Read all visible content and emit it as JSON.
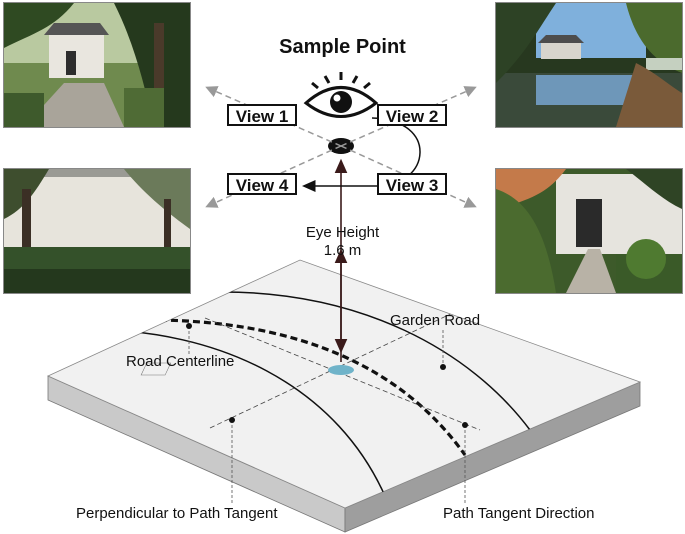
{
  "title": "Sample Point",
  "views": {
    "view1": "View 1",
    "view2": "View 2",
    "view3": "View 3",
    "view4": "View 4"
  },
  "labels": {
    "eye_height_line1": "Eye Height",
    "eye_height_line2": "1.6 m",
    "garden_road": "Garden Road",
    "road_centerline": "Road Centerline",
    "perpendicular": "Perpendicular to Path Tangent",
    "tangent": "Path Tangent Direction"
  },
  "photos": [
    {
      "view": "View 1",
      "scene": "garden courtyard with white wall pavilion and trees"
    },
    {
      "view": "View 2",
      "scene": "garden pond with reflections and pavilion"
    },
    {
      "view": "View 4",
      "scene": "white garden wall with shrubs"
    },
    {
      "view": "View 3",
      "scene": "garden path leading to doorway in white wall"
    }
  ],
  "colors": {
    "ground_top": "#f1f1f1",
    "ground_side": "#c9c9c9",
    "ground_front": "#9e9e9e",
    "sample_point": "#6fb3c9",
    "eye_arrow": "#3a1a1a"
  }
}
